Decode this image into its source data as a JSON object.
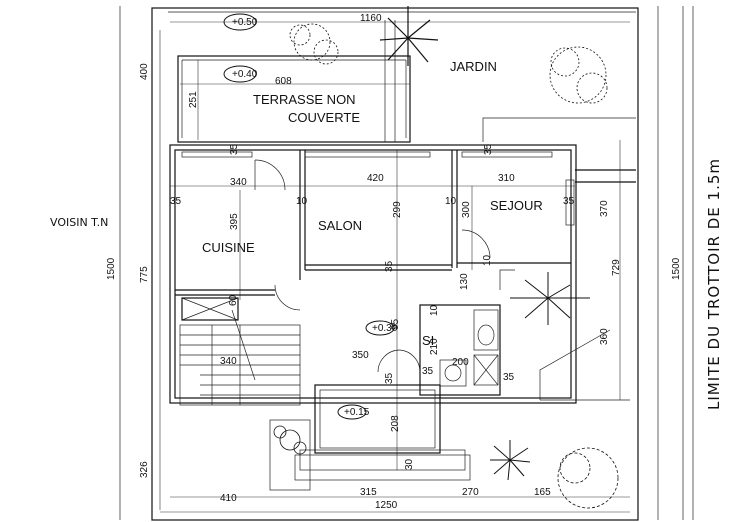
{
  "labels": {
    "neighbor": "VOISIN T.N",
    "sidewalk_limit": "LIMITE DU TROTTOIR DE 1.5m",
    "garden": "JARDIN",
    "terrace": "TERRASSE NON",
    "terrace_line2": "COUVERTE",
    "living": "SALON",
    "stay": "SEJOUR",
    "kitchen": "CUISINE",
    "wc": "SI"
  },
  "dimensions": {
    "top_total": "1160",
    "terrace_width": "608",
    "terrace_depth": "251",
    "left_top": "400",
    "kitchen_width": "340",
    "salon_width": "420",
    "sejour_width": "310",
    "wall_35_a": "35",
    "wall_35_b": "35",
    "wall_35_c": "35",
    "wall_35_d": "35",
    "wall_35_e": "35",
    "wall_35_f": "35",
    "wall_35_g": "35",
    "wall_35_h": "35",
    "wall_10_a": "10",
    "wall_10_b": "10",
    "wall_10_c": "10",
    "wall_10_d": "10",
    "kitchen_depth": "395",
    "salon_depth": "299",
    "sejour_depth": "300",
    "right_370": "370",
    "right_729": "729",
    "right_360": "360",
    "left_total": "1500",
    "right_total": "1500",
    "left_775": "775",
    "left_326": "326",
    "hall_130": "130",
    "stair_60": "60",
    "stair_340": "340",
    "hall_350": "350",
    "hall_95": "95",
    "wc_210": "210",
    "wc_200": "200",
    "pool_208": "208",
    "pool_30": "30",
    "bottom_410": "410",
    "bottom_315": "315",
    "bottom_270": "270",
    "bottom_165": "165",
    "bottom_total": "1250",
    "level_1": "+0.50",
    "level_2": "+0.40",
    "level_3": "+0.30",
    "level_4": "+0.15"
  }
}
